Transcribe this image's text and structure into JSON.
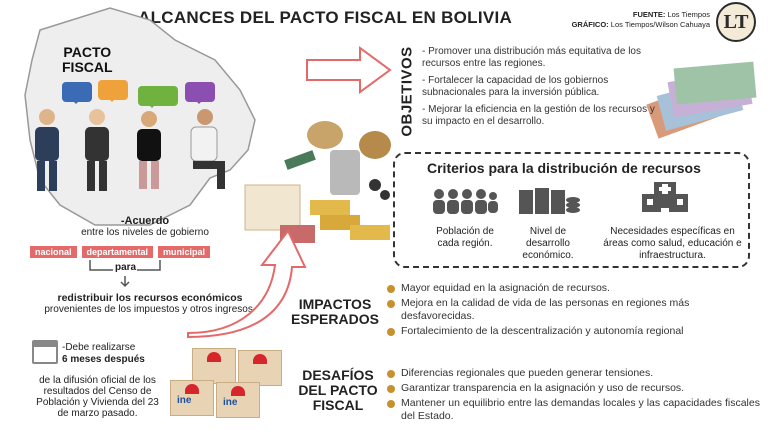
{
  "header": {
    "title": "ALCANCES DEL PACTO FISCAL EN BOLIVIA",
    "fuente_label": "FUENTE:",
    "fuente_value": "Los Tiempos",
    "grafico_label": "GRÁFICO:",
    "grafico_value": "Los Tiempos/Wilson Cahuaya",
    "logo_text": "LT"
  },
  "pacto": {
    "label_line1": "PACTO",
    "label_line2": "FISCAL"
  },
  "acuerdo": {
    "lead": "-Acuerdo",
    "text": "entre los niveles de gobierno",
    "levels": [
      "nacional",
      "departamental",
      "municipal"
    ],
    "para": "para"
  },
  "redistribuir": {
    "lead": "redistribuir los recursos económicos",
    "text": "provenientes de los impuestos y otros ingresos."
  },
  "plazo": {
    "lead_prefix": "-Debe realizarse",
    "lead": "6 meses después",
    "text": "de la difusión oficial de los resultados del Censo de Población y Vivienda del 23 de marzo pasado."
  },
  "boxes": {
    "brand": "ine"
  },
  "objetivos": {
    "title": "OBJETIVOS",
    "items": [
      "- Promover una distribución más equitativa de los recursos entre las regiones.",
      "- Fortalecer la capacidad de los gobiernos subnacionales para la inversión pública.",
      "- Mejorar la eficiencia en la gestión de los recursos y su impacto en el desarrollo."
    ]
  },
  "criterios": {
    "title": "Criterios para la distribución de recursos",
    "items": [
      {
        "label": "Población de cada región.",
        "icon": "people-icon"
      },
      {
        "label": "Nivel de desarrollo económico.",
        "icon": "money-stack-icon"
      },
      {
        "label": "Necesidades específicas en áreas como salud, educación e infraestructura.",
        "icon": "hospital-icon"
      }
    ]
  },
  "impactos": {
    "title_line1": "IMPACTOS",
    "title_line2": "ESPERADOS",
    "items": [
      "Mayor equidad en la asignación de recursos.",
      "Mejora en la calidad de vida de las personas en regiones más desfavorecidas.",
      "Fortalecimiento de la descentralización y autonomía regional"
    ]
  },
  "desafios": {
    "title_line1": "DESAFÍOS",
    "title_line2": "DEL PACTO",
    "title_line3": "FISCAL",
    "items": [
      "Diferencias regionales que pueden generar tensiones.",
      "Garantizar transparencia en la asignación y uso de recursos.",
      "Mantener un equilibrio entre las demandas locales y las capacidades fiscales del Estado."
    ]
  },
  "colors": {
    "accent_red": "#e46a6a",
    "bullet_gold": "#c8912e",
    "ine_blue": "#1d4f9a"
  }
}
